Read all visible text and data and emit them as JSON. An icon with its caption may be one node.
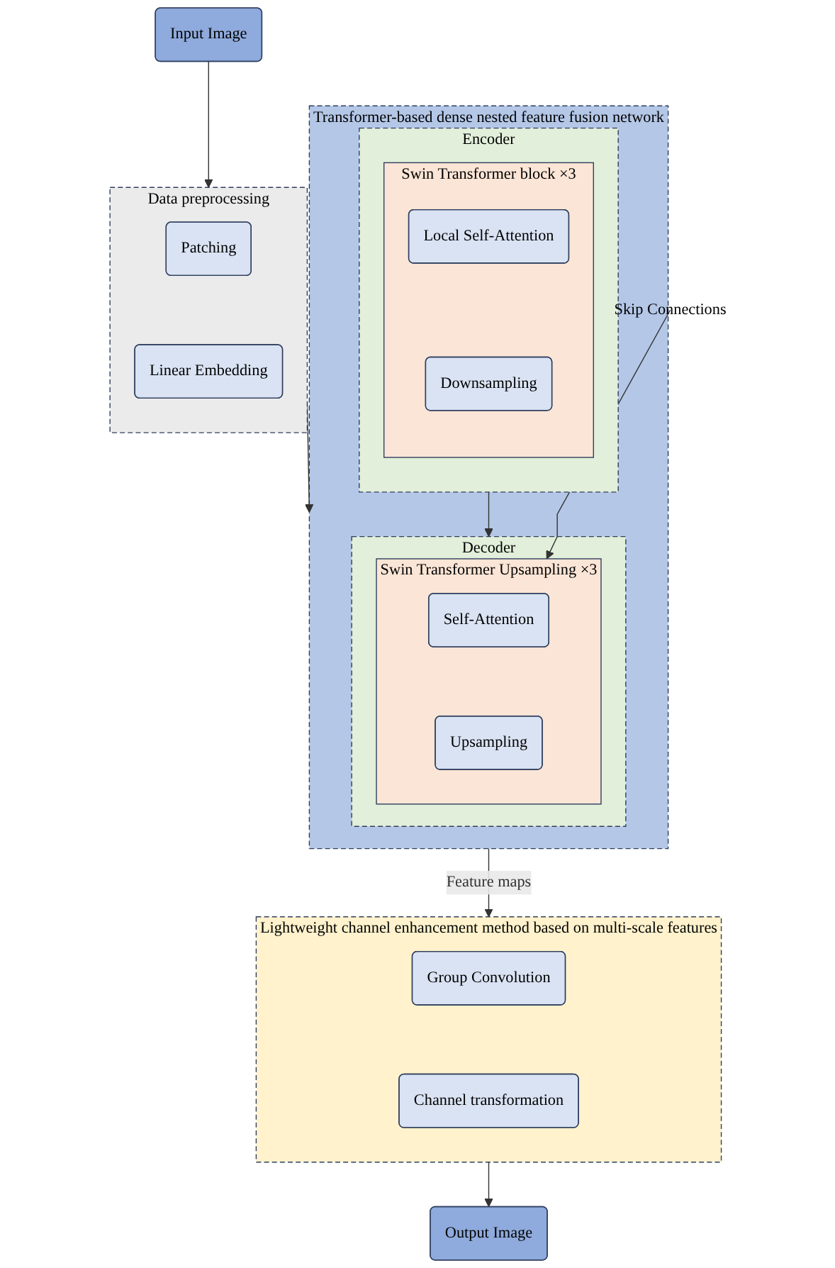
{
  "diagram": {
    "nodes": [
      {
        "text": [
          "Input Image"
        ]
      },
      {
        "text": [
          "Data preprocessing"
        ]
      },
      {
        "text": [
          "Patching"
        ],
        "in": 1
      },
      {
        "text": [
          "Linear Embedding"
        ],
        "in": 1
      },
      {
        "text": [
          "Transformer-based dense nested feature fusion network"
        ]
      },
      {
        "text": [
          "Encoder"
        ],
        "in": 4
      },
      {
        "text": [
          "Swin Transformer block"
        ],
        "in": 5,
        "beside": [
          "×3"
        ]
      },
      {
        "text": [
          "Local Self-Attention"
        ],
        "in": 6
      },
      {
        "text": [
          "Downsampling"
        ],
        "in": 6
      },
      {
        "text": [
          "Decoder"
        ],
        "in": 4
      },
      {
        "text": [
          "Swin Transformer Upsampling"
        ],
        "in": 9,
        "beside": [
          "×3"
        ]
      },
      {
        "text": [
          "Self-Attention"
        ],
        "in": 10
      },
      {
        "text": [
          "Upsampling"
        ],
        "in": 10
      },
      {
        "text": [
          "Skip Connections"
        ]
      },
      {
        "text": [
          "Lightweight channel enhancement method based on multi-scale features"
        ]
      },
      {
        "text": [
          "Group Convolution"
        ],
        "in": 14
      },
      {
        "text": [
          "Channel transformation"
        ],
        "in": 14
      },
      {
        "text": [
          "Output Image"
        ]
      }
    ],
    "edges": [
      {
        "from": 0,
        "to": 1,
        "arrow": "to"
      },
      {
        "from": 1,
        "to": 4,
        "arrow": "to"
      },
      {
        "from": 5,
        "to": 9,
        "arrow": "to"
      },
      {
        "from": 13,
        "to": 10,
        "arrow": "to"
      },
      {
        "from": 4,
        "to": 14,
        "arrow": "to",
        "label": "Feature maps"
      },
      {
        "from": 14,
        "to": 17,
        "arrow": "to"
      }
    ]
  }
}
